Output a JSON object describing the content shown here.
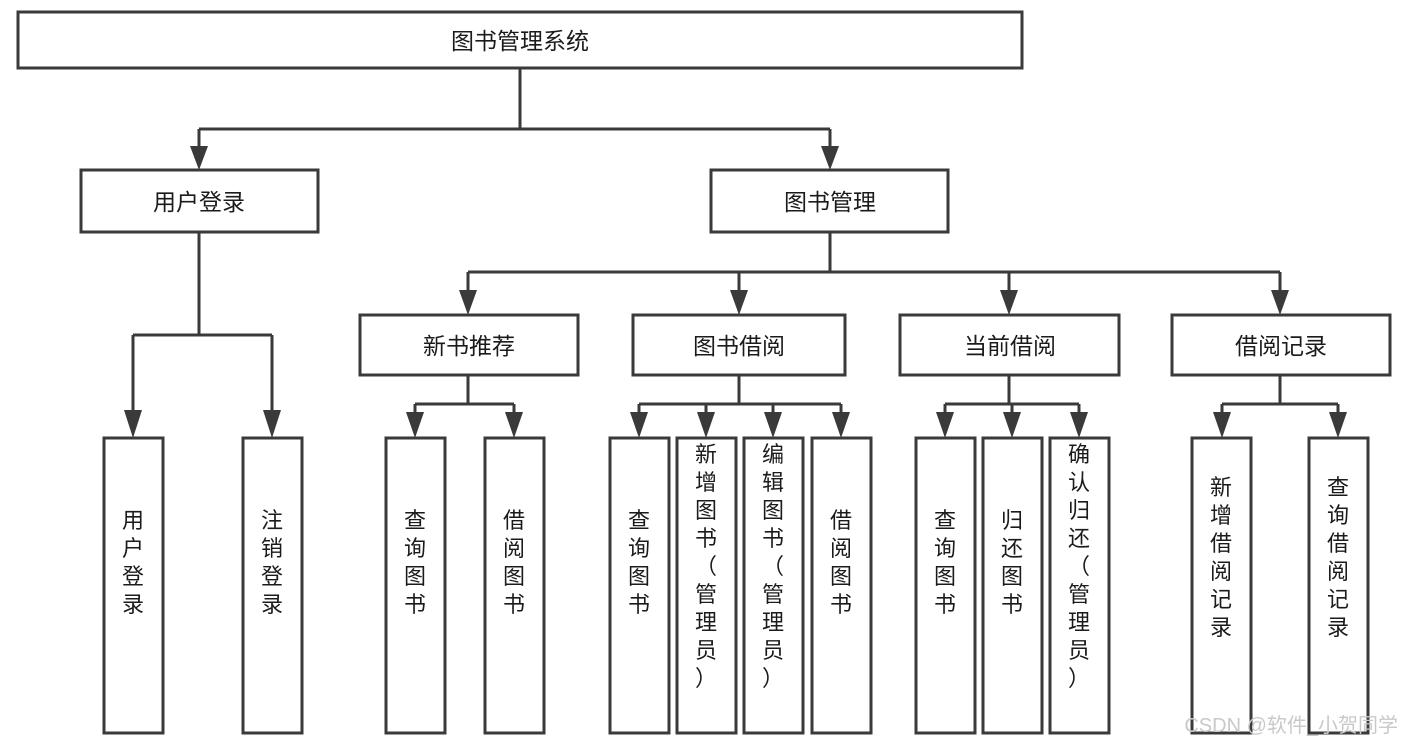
{
  "diagram": {
    "title": "图书管理系统",
    "type": "tree-hierarchy",
    "root": {
      "id": "root",
      "label": "图书管理系统"
    },
    "level2": [
      {
        "id": "user-login",
        "label": "用户登录"
      },
      {
        "id": "book-manage",
        "label": "图书管理"
      }
    ],
    "level3": [
      {
        "id": "new-book-recommend",
        "label": "新书推荐"
      },
      {
        "id": "book-borrow",
        "label": "图书借阅"
      },
      {
        "id": "current-borrow",
        "label": "当前借阅"
      },
      {
        "id": "borrow-record",
        "label": "借阅记录"
      }
    ],
    "leaves": {
      "user_login": [
        {
          "id": "leaf-user-login",
          "label": "用户登录"
        },
        {
          "id": "leaf-logout-login",
          "label": "注销登录"
        }
      ],
      "new_book_recommend": [
        {
          "id": "leaf-query-book-1",
          "label": "查询图书"
        },
        {
          "id": "leaf-borrow-book-1",
          "label": "借阅图书"
        }
      ],
      "book_borrow": [
        {
          "id": "leaf-query-book-2",
          "label": "查询图书"
        },
        {
          "id": "leaf-add-book-admin",
          "label": "新增图书（管理员）"
        },
        {
          "id": "leaf-edit-book-admin",
          "label": "编辑图书（管理员）"
        },
        {
          "id": "leaf-borrow-book-2",
          "label": "借阅图书"
        }
      ],
      "current_borrow": [
        {
          "id": "leaf-query-book-3",
          "label": "查询图书"
        },
        {
          "id": "leaf-return-book",
          "label": "归还图书"
        },
        {
          "id": "leaf-confirm-return-admin",
          "label": "确认归还（管理员）"
        }
      ],
      "borrow_record": [
        {
          "id": "leaf-add-borrow-record",
          "label": "新增借阅记录"
        },
        {
          "id": "leaf-query-borrow-record",
          "label": "查询借阅记录"
        }
      ]
    }
  },
  "watermark": {
    "text": "CSDN @软件_小贺同学"
  },
  "colors": {
    "background": "#ffffff",
    "box_fill": "#ffffff",
    "box_stroke": "#3a3a3a",
    "text": "#1b1b1b",
    "watermark": "#c9c9c9"
  }
}
